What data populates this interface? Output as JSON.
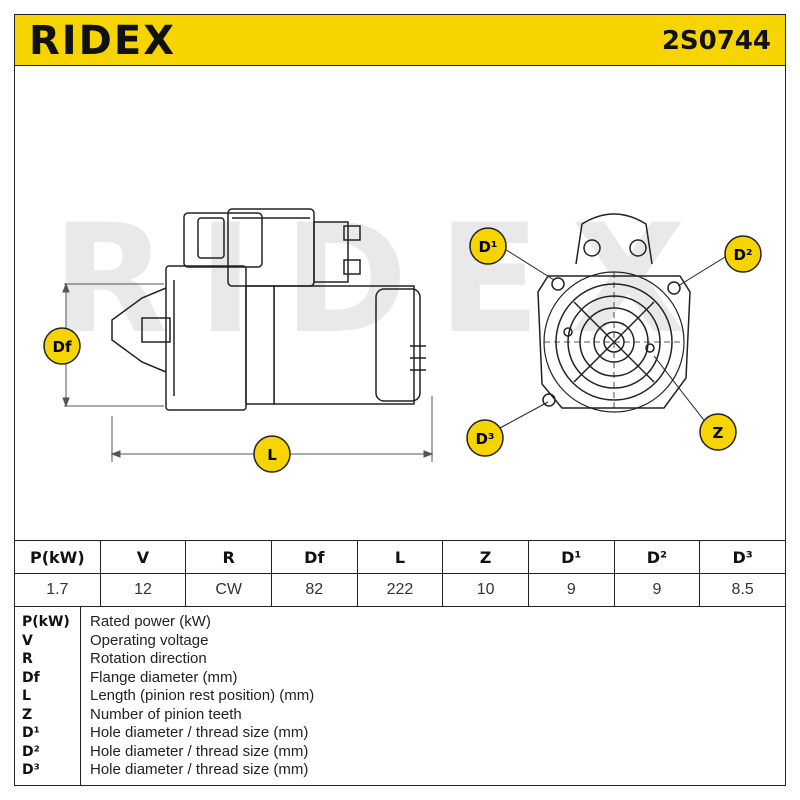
{
  "header": {
    "brand": "RIDEX",
    "part_number": "2S0744",
    "color_yellow": "#f5d400"
  },
  "drawing": {
    "watermark": "RIDEX",
    "callouts": {
      "df": "Df",
      "l": "L",
      "d1": "D¹",
      "d2": "D²",
      "d3": "D³",
      "z": "Z"
    }
  },
  "specs": {
    "headers": [
      "P(kW)",
      "V",
      "R",
      "Df",
      "L",
      "Z",
      "D¹",
      "D²",
      "D³"
    ],
    "values": [
      "1.7",
      "12",
      "CW",
      "82",
      "222",
      "10",
      "9",
      "9",
      "8.5"
    ]
  },
  "legend": [
    {
      "sym": "P(kW)",
      "desc": "Rated power (kW)"
    },
    {
      "sym": "V",
      "desc": "Operating voltage"
    },
    {
      "sym": "R",
      "desc": "Rotation direction"
    },
    {
      "sym": "Df",
      "desc": "Flange diameter (mm)"
    },
    {
      "sym": "L",
      "desc": "Length (pinion rest position) (mm)"
    },
    {
      "sym": "Z",
      "desc": "Number of pinion teeth"
    },
    {
      "sym": "D¹",
      "desc": "Hole diameter / thread size (mm)"
    },
    {
      "sym": "D²",
      "desc": "Hole diameter / thread size (mm)"
    },
    {
      "sym": "D³",
      "desc": "Hole diameter / thread size (mm)"
    }
  ]
}
